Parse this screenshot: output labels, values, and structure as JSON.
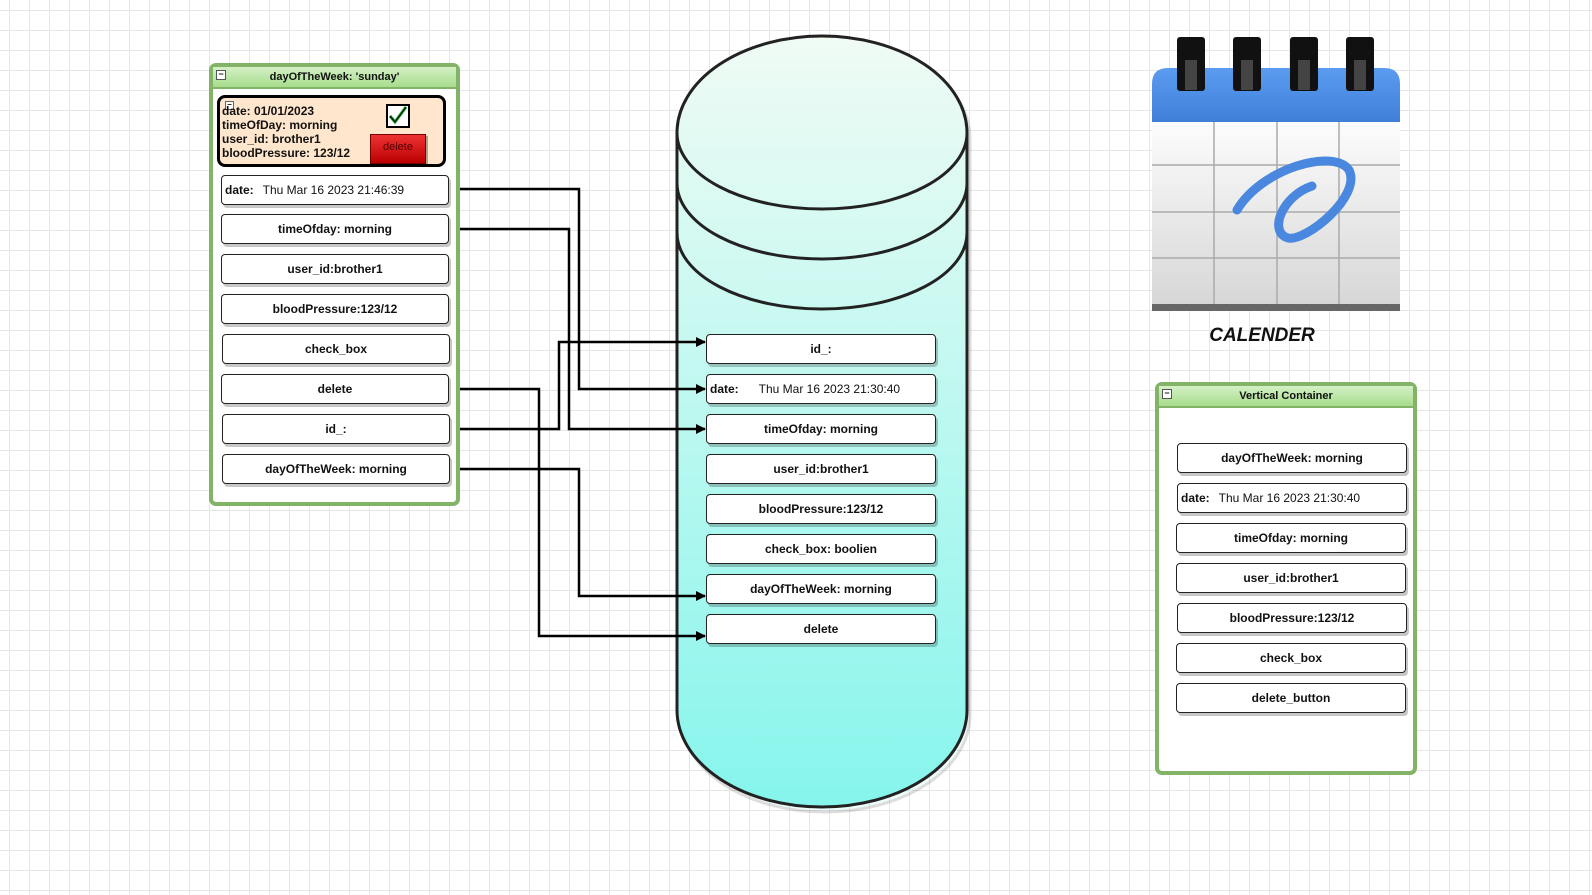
{
  "left_container": {
    "title": "dayOfTheWeek: 'sunday'",
    "collapse": "−",
    "card": {
      "collapse": "−",
      "lines": [
        "date: 01/01/2023",
        "timeOfDay: morning",
        "user_id: brother1",
        "bloodPressure: 123/12"
      ],
      "delete_label": "delete"
    },
    "fields": {
      "date_key": "date:",
      "date_value": "Thu Mar 16 2023 21:46:39",
      "time_of_day": "timeOfday: morning",
      "user_id": "user_id:brother1",
      "blood_pressure": "bloodPressure:123/12",
      "check_box": "check_box",
      "delete": "delete",
      "id": "id_:",
      "day_of_week": "dayOfTheWeek: morning"
    }
  },
  "database": {
    "fields": {
      "id": "id_:",
      "date_key": "date:",
      "date_value": "Thu Mar 16 2023 21:30:40",
      "time_of_day": "timeOfday: morning",
      "user_id": "user_id:brother1",
      "blood_pressure": "bloodPressure:123/12",
      "check_box": "check_box: boolien",
      "day_of_week": "dayOfTheWeek: morning",
      "delete": "delete"
    }
  },
  "calendar": {
    "label": "CALENDER"
  },
  "vertical_container": {
    "title": "Vertical Container",
    "collapse": "−",
    "fields": {
      "day_of_week": "dayOfTheWeek: morning",
      "date_key": "date:",
      "date_value": "Thu Mar 16 2023 21:30:40",
      "time_of_day": "timeOfday: morning",
      "user_id": "user_id:brother1",
      "blood_pressure": "bloodPressure:123/12",
      "check_box": "check_box",
      "delete_button": "delete_button"
    }
  },
  "colors": {
    "container_border": "#82b366",
    "container_header": "#a6dd8c",
    "card_fill": "#ffe6cc",
    "db_top": "#f0fbf4",
    "db_bottom": "#86f5ec",
    "delete_button": "#dd1111",
    "calendar_blue": "#4a88e0"
  }
}
